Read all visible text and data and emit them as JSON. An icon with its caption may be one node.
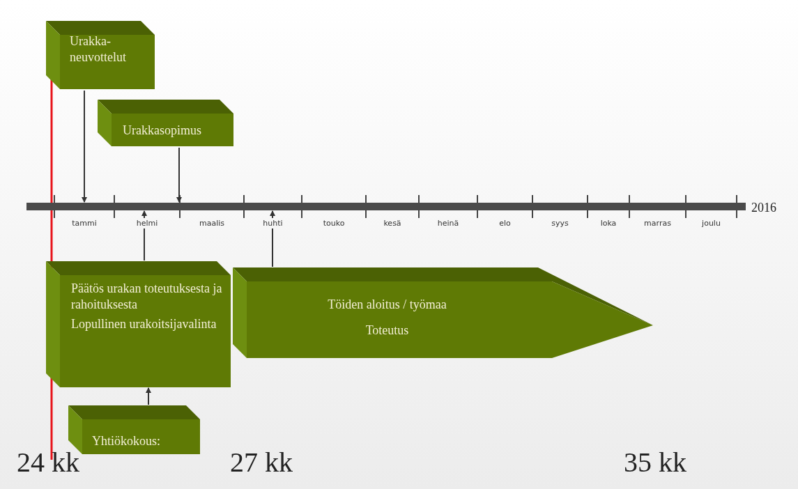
{
  "diagram": {
    "nodes": [
      {
        "text": [
          "Urakka- neuvottelut"
        ]
      },
      {
        "text": [
          "Urakkasopimus"
        ]
      },
      {
        "text": [],
        "shape": "bar",
        "beside": [
          "2016"
        ]
      },
      {
        "text": [
          "Päätös urakan toteutuksesta ja rahoituksesta",
          "Lopullinen urakoitsijavalinta"
        ]
      },
      {
        "text": [
          "Töiden aloitus / työmaa",
          "Toteutus"
        ]
      },
      {
        "text": [
          "Yhtiökokous:"
        ]
      }
    ],
    "edges": [
      {
        "from": 0,
        "to": 2,
        "arrow": "to"
      },
      {
        "from": 1,
        "to": 2,
        "arrow": "to"
      },
      {
        "from": 3,
        "to": 2,
        "arrow": "to"
      },
      {
        "from": 4,
        "to": 2,
        "arrow": "to"
      },
      {
        "from": 5,
        "to": 3,
        "arrow": "to"
      }
    ],
    "labels": [
      "tammi",
      "helmi",
      "maalis",
      "huhti",
      "touko",
      "kesä",
      "heinä",
      "elo",
      "syys",
      "loka",
      "marras",
      "joulu",
      "24 kk",
      "27 kk",
      "35 kk"
    ]
  }
}
